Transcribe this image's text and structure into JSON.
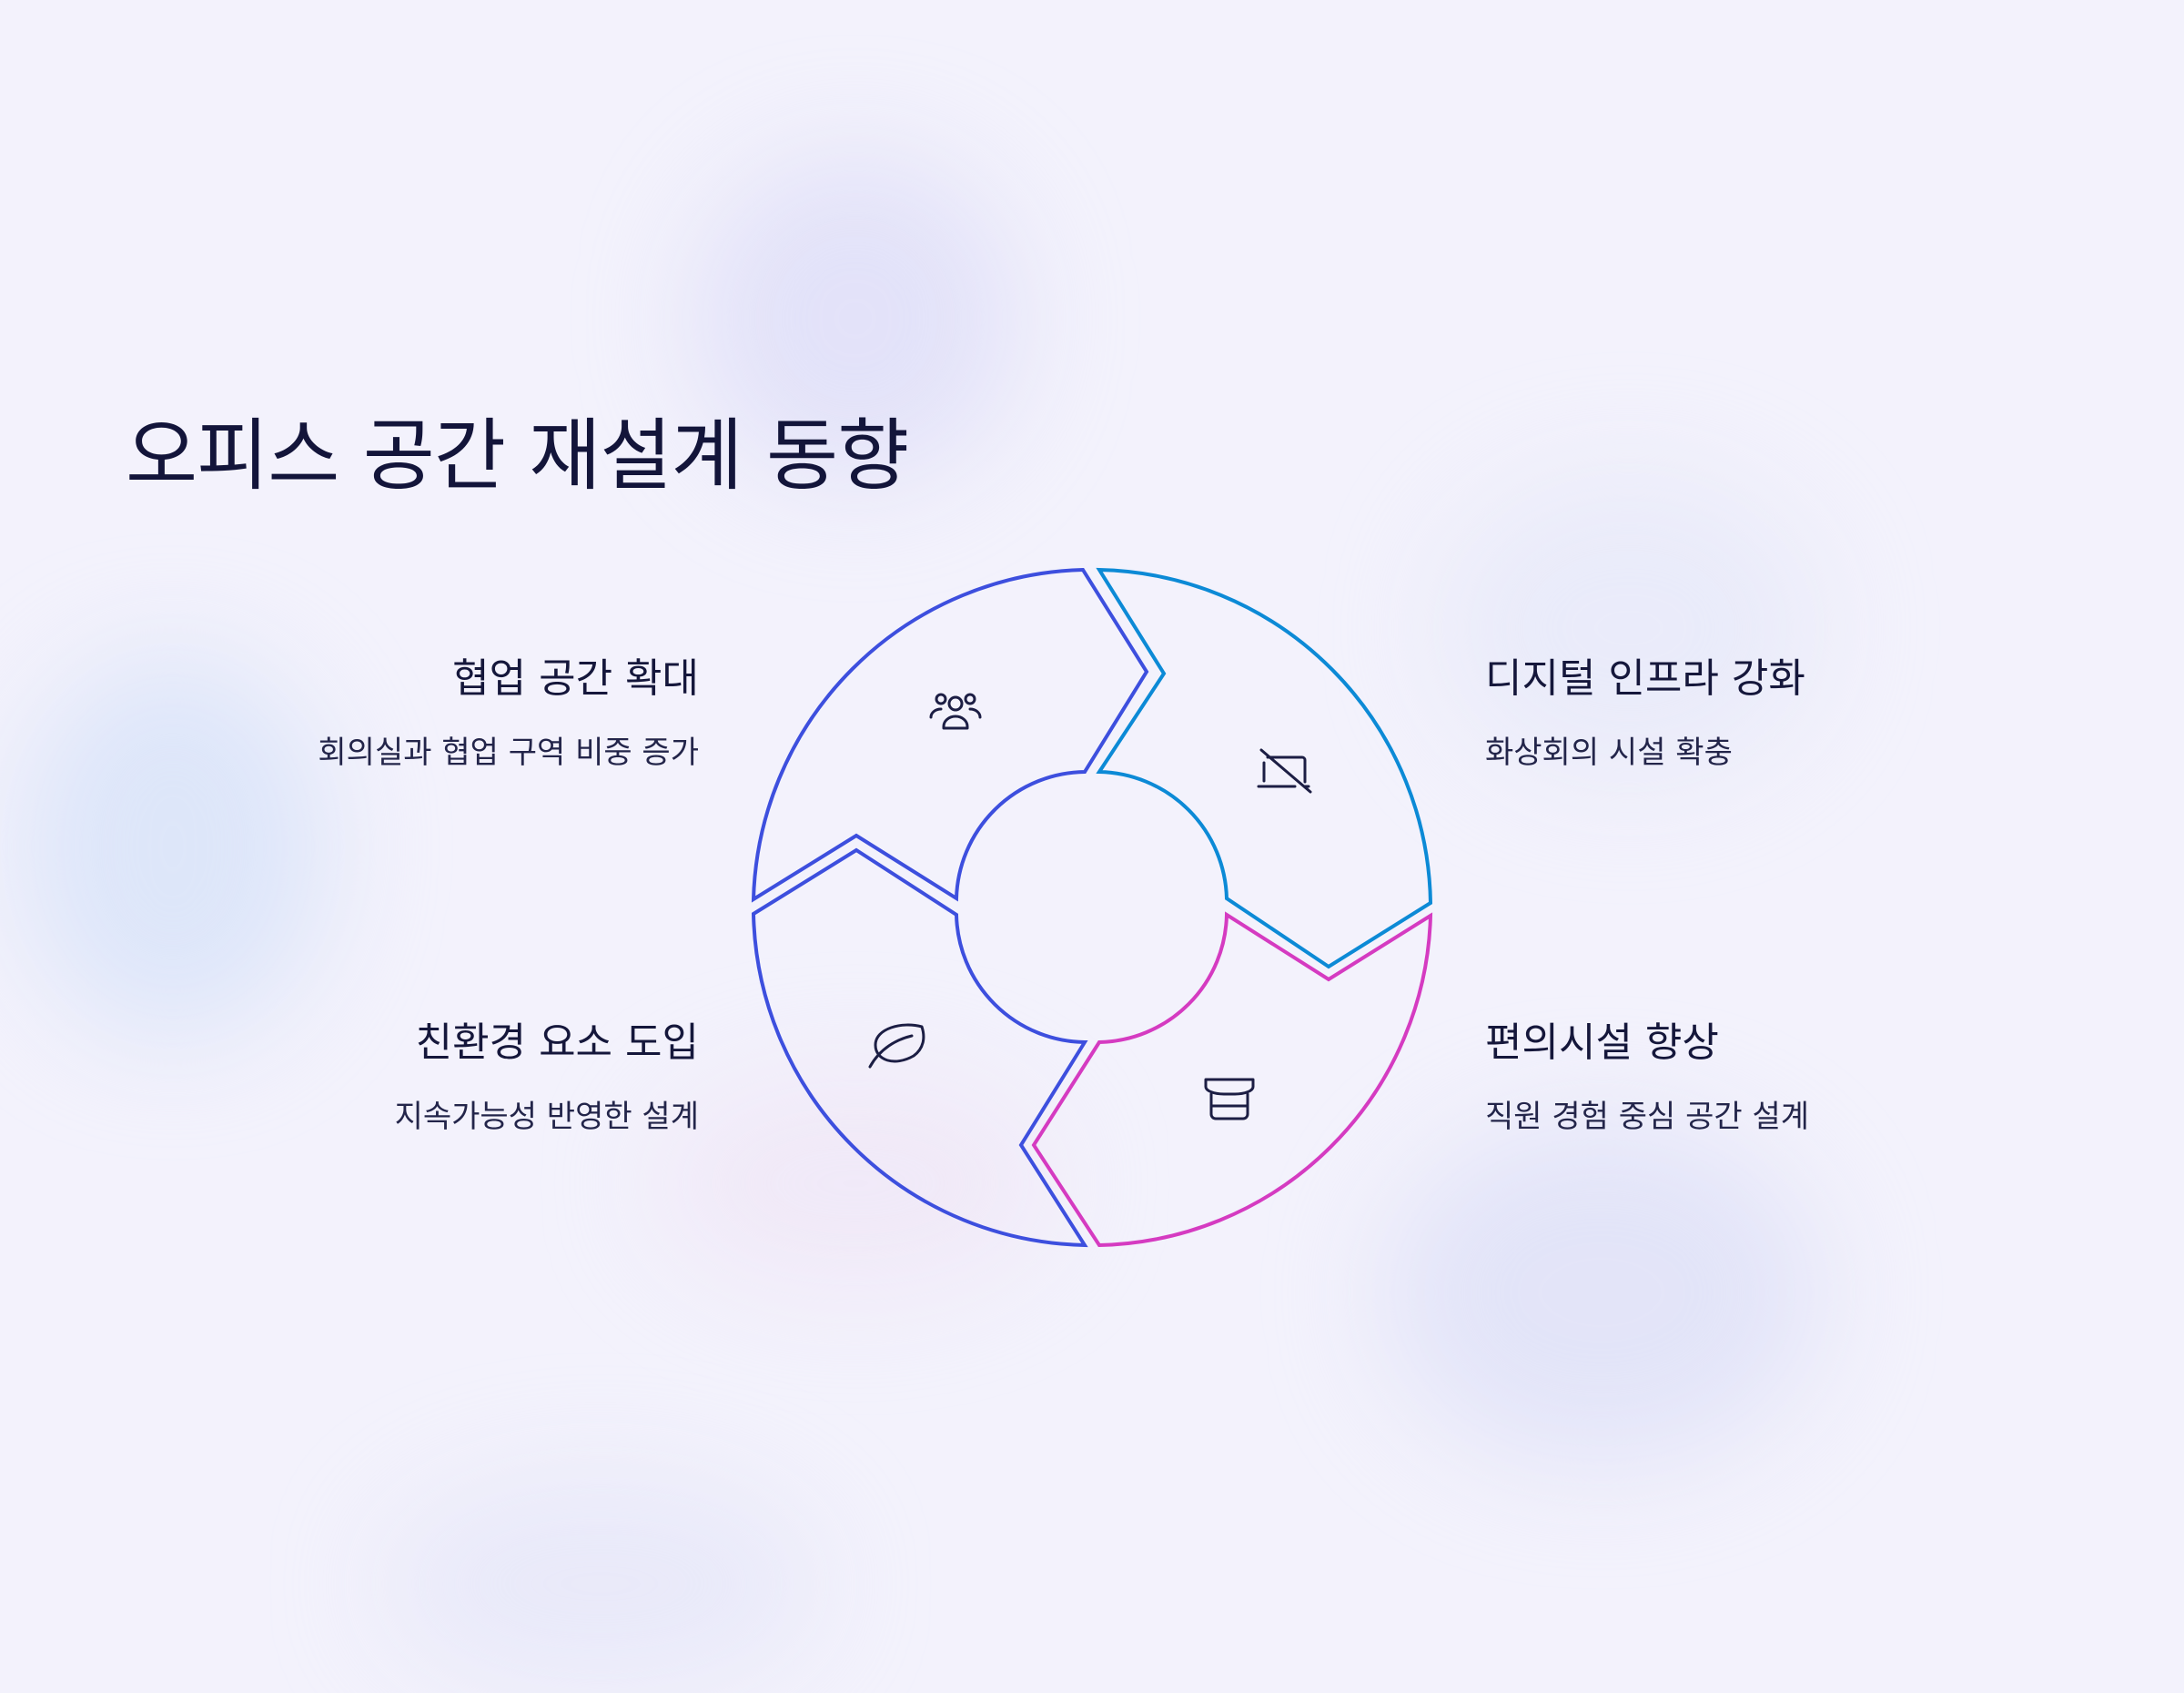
{
  "title": "오피스 공간 재설계 동향",
  "colors": {
    "background": "#f3f2fc",
    "indigo": "#3d4fde",
    "sky": "#0c8ad6",
    "magenta": "#d53bc1",
    "text": "#14163a"
  },
  "items": [
    {
      "heading": "협업 공간 확대",
      "description": "회의실과 협업 구역 비중 증가",
      "icon": "users-icon",
      "color": "#3d4fde"
    },
    {
      "heading": "디지털 인프라 강화",
      "description": "화상회의 시설 확충",
      "icon": "laptop-off-icon",
      "color": "#0c8ad6"
    },
    {
      "heading": "친환경 요소 도입",
      "description": "지속가능성 반영한 설계",
      "icon": "leaf-icon",
      "color": "#3d4fde"
    },
    {
      "heading": "편의시설 향상",
      "description": "직원 경험 중심 공간 설계",
      "icon": "cup-icon",
      "color": "#d53bc1"
    }
  ]
}
